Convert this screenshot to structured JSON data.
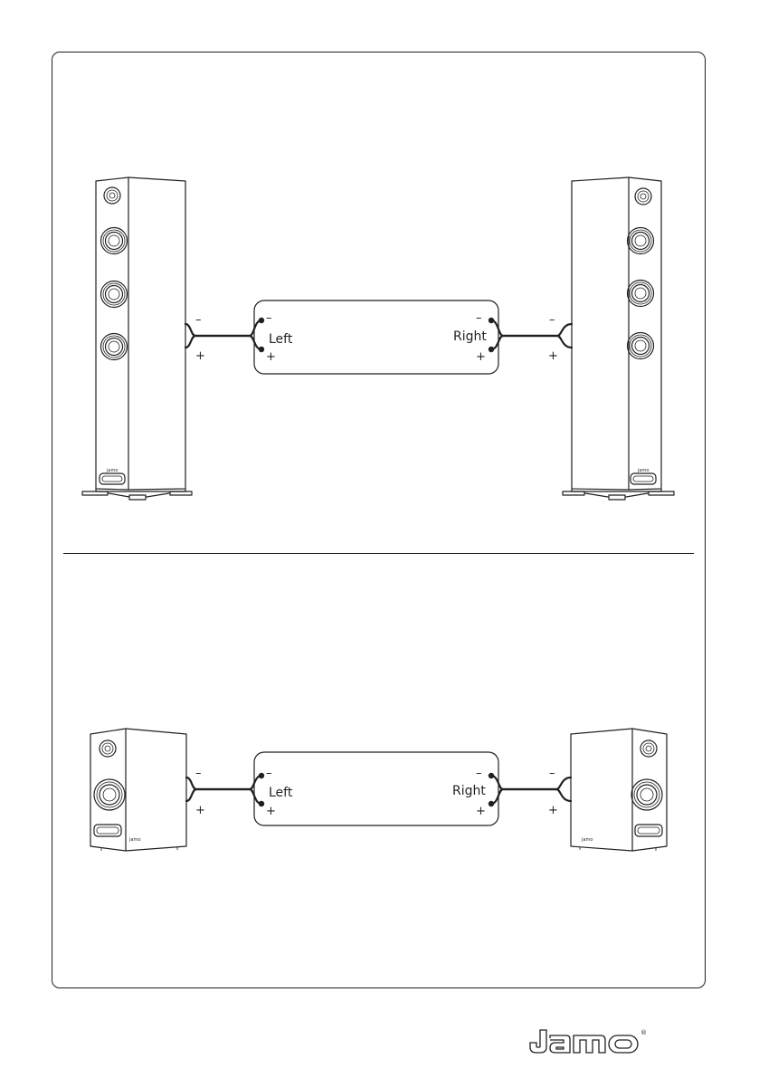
{
  "brand": {
    "name": "Jamo",
    "wordmark": "jamo",
    "mark": "®"
  },
  "panels": [
    {
      "id": "floorstanding",
      "amp": {
        "left_label": "Left",
        "right_label": "Right",
        "minus": "–",
        "plus": "+"
      },
      "speaker_minus": "–",
      "speaker_plus": "+",
      "badge": "jamo"
    },
    {
      "id": "bookshelf",
      "amp": {
        "left_label": "Left",
        "right_label": "Right",
        "minus": "–",
        "plus": "+"
      },
      "speaker_minus": "–",
      "speaker_plus": "+",
      "badge": "jamo"
    }
  ],
  "colors": {
    "ink": "#231f20",
    "paper": "#ffffff"
  }
}
